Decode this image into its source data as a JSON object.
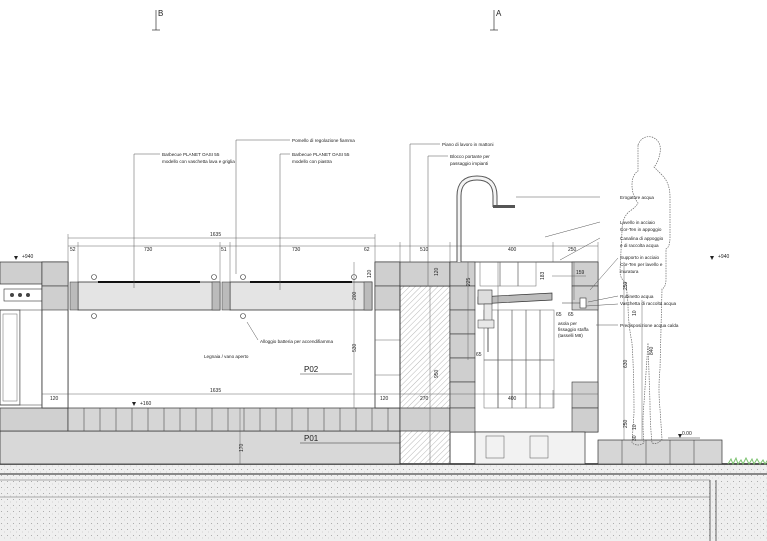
{
  "section_marks": {
    "b": "B",
    "a": "A"
  },
  "levels": {
    "top_left": "+940",
    "top_right": "+940",
    "mid": "+160",
    "ground": "0.00"
  },
  "plan_labels": {
    "p02": "P02",
    "p01": "P01"
  },
  "annotations": {
    "bbq_lava_1": "Barbecue PLANET OASI 55",
    "bbq_lava_2": "modello con vaschetta lava e griglia",
    "knob": "Pomello di regolazione fiamma",
    "bbq_plate_1": "Barbecue PLANET OASI 55",
    "bbq_plate_2": "modello con piastra",
    "battery": "Alloggio batteria per accendifiamma",
    "woodshed": "Legnaia / vano aperto",
    "worktop": "Piano di lavoro in mattoni",
    "block_1": "Blocco portante per",
    "block_2": "passaggio impianti",
    "water_out": "Erogatore acqua",
    "sink_1": "Lavello in acciaio",
    "sink_2": "Cor-Ten in appoggio",
    "channel_1": "Canalina di appoggio",
    "channel_2": "e di raccolta acqua",
    "support_1": "Supporto in acciaio",
    "support_2": "Cor-Ten per lavello e",
    "support_3": "muratura",
    "tap": "Rubinetto acqua",
    "tray": "Vaschetta di raccolta acqua",
    "hot_water": "Predisposizione acqua calda",
    "bracket_1": "asola per",
    "bracket_2": "fissaggio staffa",
    "bracket_3": "(tasselli M8)"
  },
  "dimensions": {
    "top_total": "1635",
    "d52": "52",
    "d730a": "730",
    "d51": "51",
    "d730b": "730",
    "d62": "62",
    "d510": "510",
    "d400": "400",
    "d250": "250",
    "bottom_total": "1635",
    "b120a": "120",
    "b120b": "120",
    "b270": "270",
    "b400": "400",
    "v120": "120",
    "v200": "200",
    "v530": "530",
    "v170": "170",
    "v950": "950",
    "v120c": "120",
    "v225": "225",
    "v183": "183",
    "v159": "159",
    "v250": "250",
    "v10": "10",
    "v65": "65",
    "v840": "840",
    "v630": "630",
    "v250b": "250",
    "v30": "30",
    "v10b": "10",
    "h65a": "65",
    "h65b": "65"
  }
}
